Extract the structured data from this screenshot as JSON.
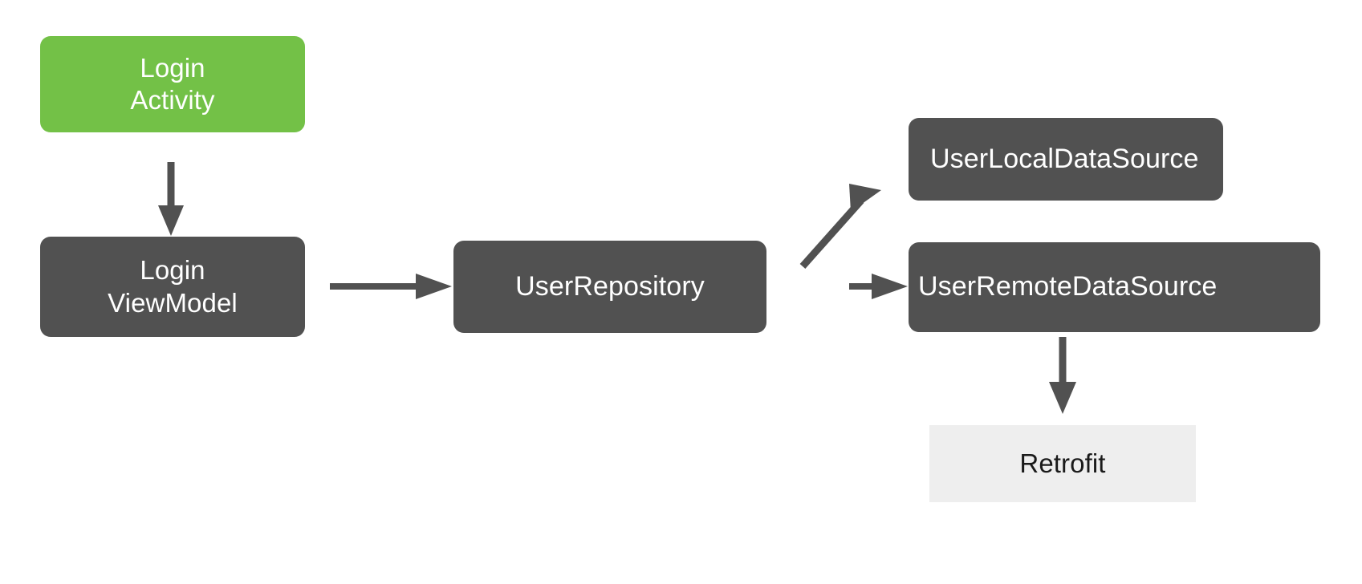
{
  "diagram": {
    "title": "Android app layered architecture flow",
    "background": "#ffffff",
    "colors": {
      "dark_node": "#515151",
      "green_node": "#73C147",
      "plain_node": "#eeeeee",
      "arrow": "#515151",
      "dark_text": "#1a1a1a",
      "light_text": "#ffffff"
    },
    "nodes": [
      {
        "id": "login-activity",
        "label": "Login\nActivity",
        "style": "green"
      },
      {
        "id": "login-viewmodel",
        "label": "Login\nViewModel",
        "style": "dark"
      },
      {
        "id": "user-repository",
        "label": "UserRepository",
        "style": "dark"
      },
      {
        "id": "user-local",
        "label": "UserLocalDataSource",
        "style": "dark"
      },
      {
        "id": "user-remote",
        "label": "UserRemoteDataSource",
        "style": "dark"
      },
      {
        "id": "retrofit",
        "label": "Retrofit",
        "style": "plain"
      }
    ],
    "edges": [
      {
        "id": "e1",
        "from": "login-activity",
        "to": "login-viewmodel",
        "direction": "down"
      },
      {
        "id": "e2",
        "from": "login-viewmodel",
        "to": "user-repository",
        "direction": "right"
      },
      {
        "id": "e3",
        "from": "user-repository",
        "to": "user-local",
        "direction": "up-right"
      },
      {
        "id": "e4",
        "from": "user-repository",
        "to": "user-remote",
        "direction": "right"
      },
      {
        "id": "e5",
        "from": "user-remote",
        "to": "retrofit",
        "direction": "down"
      }
    ]
  }
}
